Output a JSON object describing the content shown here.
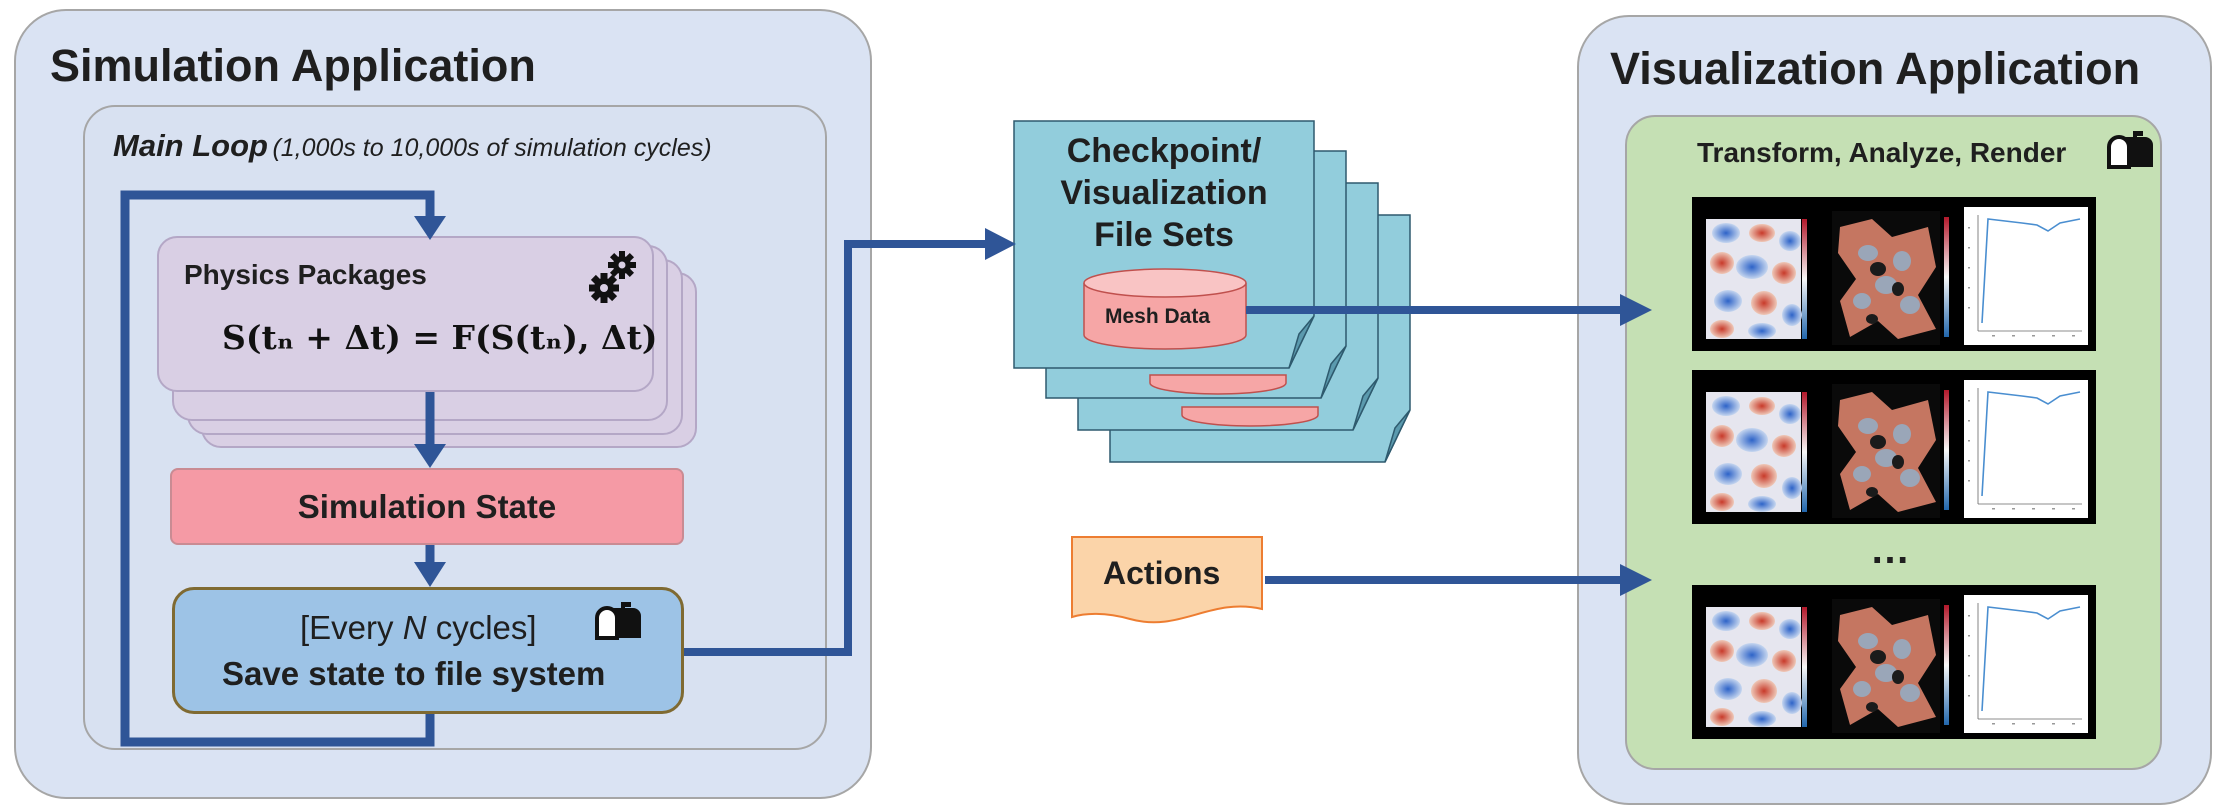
{
  "simulation": {
    "title": "Simulation Application",
    "main_loop": {
      "title": "Main Loop",
      "subtitle": "(1,000s to 10,000s of simulation cycles)"
    },
    "physics": {
      "title": "Physics Packages",
      "formula": "S(tₙ + Δt) = F(S(tₙ), Δt)",
      "icon": "gears-icon"
    },
    "state_label": "Simulation State",
    "save": {
      "line1_prefix": "[Every ",
      "line1_var": "N",
      "line1_suffix": " cycles]",
      "line2": "Save state to file system",
      "icon": "mailbox-icon"
    }
  },
  "files": {
    "title": "Checkpoint/\nVisualization\nFile Sets",
    "mesh_label": "Mesh Data"
  },
  "actions": {
    "label": "Actions"
  },
  "visualization": {
    "title": "Visualization Application",
    "inner_title": "Transform, Analyze, Render",
    "icon": "mailbox-icon",
    "ellipsis": "…"
  },
  "colors": {
    "arrow": "#2f5597",
    "panel_bg": "#dae3f3",
    "physics_bg": "#d9cfe4",
    "state_bg": "#f59aa5",
    "save_bg": "#9dc3e6",
    "file_bg": "#92cddc",
    "mesh_bg": "#f6a6a6",
    "actions_bg": "#fbd4a9",
    "vis_bg": "#c5e0b4"
  }
}
